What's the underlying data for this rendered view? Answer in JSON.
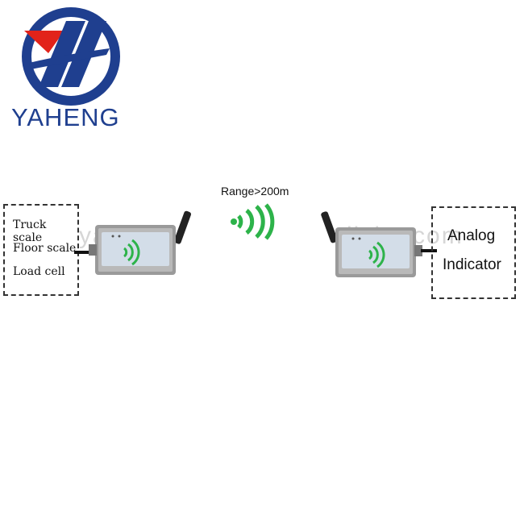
{
  "brand": {
    "name": "YAHENG"
  },
  "range_label": "Range>200m",
  "source_box": {
    "items": [
      "Truck scale",
      "Floor scale",
      "Load cell"
    ]
  },
  "destination_box": {
    "lines": [
      "Analog",
      "Indicator"
    ]
  },
  "watermark": {
    "left": "yaheng",
    "right": "lisha.com"
  },
  "colors": {
    "brand_blue": "#1f3f8f",
    "brand_red": "#e2231a",
    "signal_green": "#2db34a",
    "device_gray": "#9a9a9a"
  },
  "icons": {
    "signal": "wireless-signal-icon",
    "logo": "yaheng-logo-icon"
  }
}
